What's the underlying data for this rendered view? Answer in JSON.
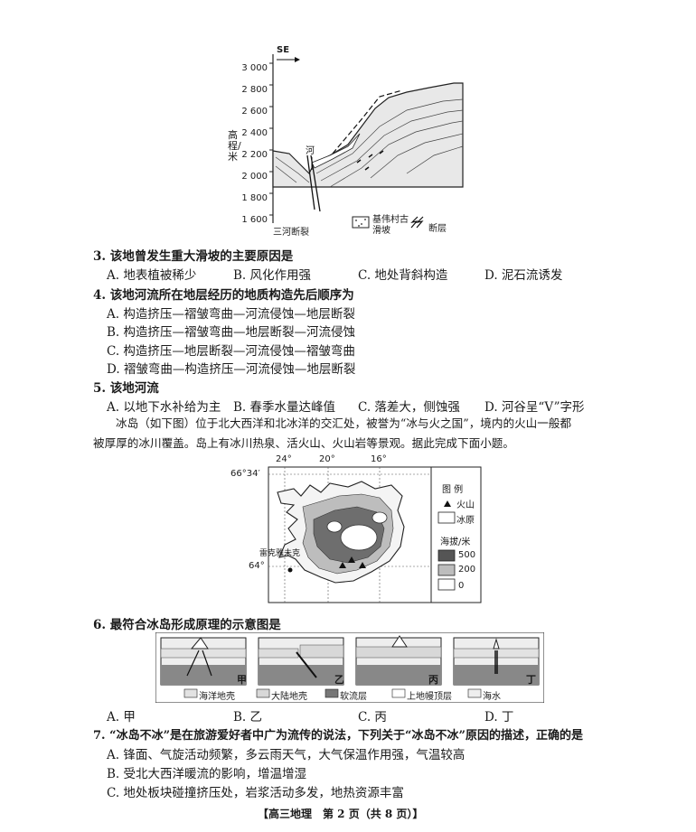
{
  "figure1": {
    "orientation_label": "SE",
    "y_axis_label": "高程/米",
    "y_ticks": [
      "3 000",
      "2 800",
      "2 600",
      "2 400",
      "2 200",
      "2 000",
      "1 800",
      "1 600"
    ],
    "river_label": "河",
    "fault_label": "三河断裂",
    "legend_landslide": "基伟村古滑坡",
    "legend_fault": "断层"
  },
  "q3": {
    "stem": "3. 该地曾发生重大滑坡的主要原因是",
    "options": [
      "A. 地表植被稀少",
      "B. 风化作用强",
      "C. 地处背斜构造",
      "D. 泥石流诱发"
    ]
  },
  "q4": {
    "stem": "4. 该地河流所在地层经历的地质构造先后顺序为",
    "options": [
      "A. 构造挤压—褶皱弯曲—河流侵蚀—地层断裂",
      "B. 构造挤压—褶皱弯曲—地层断裂—河流侵蚀",
      "C. 构造挤压—地层断裂—河流侵蚀—褶皱弯曲",
      "D. 褶皱弯曲—构造挤压—河流侵蚀—地层断裂"
    ]
  },
  "q5": {
    "stem": "5. 该地河流",
    "options": [
      "A. 以地下水补给为主",
      "B. 春季水量达峰值",
      "C. 落差大，侧蚀强",
      "D. 河谷呈“V”字形"
    ]
  },
  "passage": {
    "line1": "冰岛（如下图）位于北大西洋和北冰洋的交汇处，被誉为“冰与火之国”，境内的火山一般都",
    "line2": "被厚厚的冰川覆盖。岛上有冰川热泉、活火山、火山岩等景观。据此完成下面小题。"
  },
  "map": {
    "lon_labels": [
      "24°",
      "20°",
      "16°"
    ],
    "lat_top": "66°34′",
    "lat_bottom": "64°",
    "capital": "雷克雅未克",
    "legend_title": "图 例",
    "legend_volcano": "火山",
    "legend_ice": "冰原",
    "legend_elev_title": "海拔/米",
    "legend_500": "500",
    "legend_200": "200",
    "legend_0": "0"
  },
  "q6": {
    "stem": "6. 最符合冰岛形成原理的示意图是",
    "panel_labels": [
      "甲",
      "乙",
      "丙",
      "丁"
    ],
    "legend": [
      "海洋地壳",
      "大陆地壳",
      "软流层",
      "上地幔顶层",
      "海水"
    ],
    "options": [
      "A. 甲",
      "B. 乙",
      "C. 丙",
      "D. 丁"
    ]
  },
  "q7": {
    "stem": "7. “冰岛不冰”是在旅游爱好者中广为流传的说法，下列关于“冰岛不冰”原因的描述，正确的是",
    "options": [
      "A. 锋面、气旋活动频繁，多云雨天气，大气保温作用强，气温较高",
      "B. 受北大西洋暖流的影响，增温增湿",
      "C. 地处板块碰撞挤压处，岩浆活动多发，地热资源丰富"
    ]
  },
  "footer": {
    "text": "【高三地理　第 2 页（共 8 页）】"
  }
}
